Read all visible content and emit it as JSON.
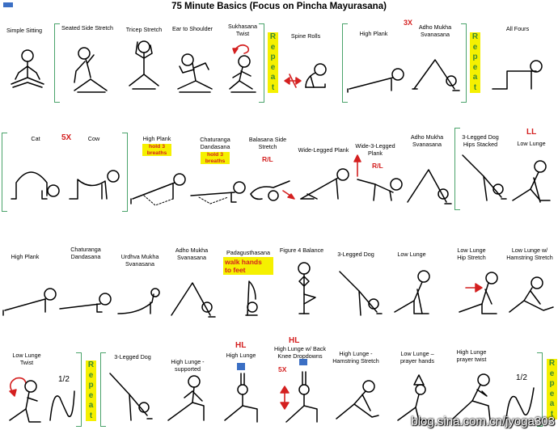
{
  "title": "75 Minute Basics (Focus on Pincha Mayurasana)",
  "repeat_letters": [
    "R",
    "e",
    "p",
    "e",
    "a",
    "t"
  ],
  "rows": [
    {
      "poses": [
        {
          "label": "Simple Sitting"
        },
        {
          "label": "Seated Side Stretch"
        },
        {
          "label": "Tricep Stretch"
        },
        {
          "label": "Ear to Shoulder"
        },
        {
          "label": "Sukhasana\nTwist"
        },
        {
          "label": "Spine Rolls"
        },
        {
          "label": "High Plank"
        },
        {
          "label": "Adho Mukha\nSvanasana"
        },
        {
          "label": "All Fours"
        }
      ],
      "notes": {
        "count": "3X"
      }
    },
    {
      "poses": [
        {
          "label": "Cat"
        },
        {
          "label": "Cow"
        },
        {
          "label": "High Plank"
        },
        {
          "label": "Chaturanga\nDandasana"
        },
        {
          "label": "Balasana Side\nStretch"
        },
        {
          "label": "Wide-Legged Plank"
        },
        {
          "label": "Wide-3-Legged\nPlank"
        },
        {
          "label": "Adho Mukha\nSvanasana"
        },
        {
          "label": "3-Legged Dog\nHips Stacked"
        },
        {
          "label": "Low Lunge"
        }
      ],
      "notes": {
        "count": "5X",
        "hold1": "hold 3\nbreaths",
        "hold2": "hold 3\nbreaths",
        "rl1": "R/L",
        "rl2": "R/L",
        "ll": "LL"
      }
    },
    {
      "poses": [
        {
          "label": "High Plank"
        },
        {
          "label": "Chaturanga\nDandasana"
        },
        {
          "label": "Urdhva Mukha\nSvanasana"
        },
        {
          "label": "Adho Mukha\nSvanasana"
        },
        {
          "label": "Padagusthasana"
        },
        {
          "label": "Figure 4 Balance"
        },
        {
          "label": "3-Legged Dog"
        },
        {
          "label": "Low Lunge"
        },
        {
          "label": "Low Lunge\nHip Stretch"
        },
        {
          "label": "Low Lunge w/\nHamstring Stretch"
        }
      ],
      "notes": {
        "walk": "walk hands\nto feet"
      }
    },
    {
      "poses": [
        {
          "label": "Low Lunge\nTwist"
        },
        {
          "label": "3-Legged Dog"
        },
        {
          "label": "High Lunge -\nsupported"
        },
        {
          "label": "High Lunge"
        },
        {
          "label": "High Lunge w/ Back\nKnee Dropdowns"
        },
        {
          "label": "High Lunge -\nHamstring Stretch"
        },
        {
          "label": "Low Lunge –\nprayer hands"
        },
        {
          "label": "High Lunge\nprayer twist"
        }
      ],
      "notes": {
        "hl1": "HL",
        "hl2": "HL",
        "count": "5X",
        "half1": "1/2",
        "half2": "1/2"
      }
    }
  ],
  "watermark": "blog.sina.com.cn/jyoga303",
  "colors": {
    "red": "#d42020",
    "highlight": "#f5f000",
    "bracket": "#4aa36a",
    "repeat_text": "#3c8a2e",
    "blue": "#3b6fc4"
  }
}
